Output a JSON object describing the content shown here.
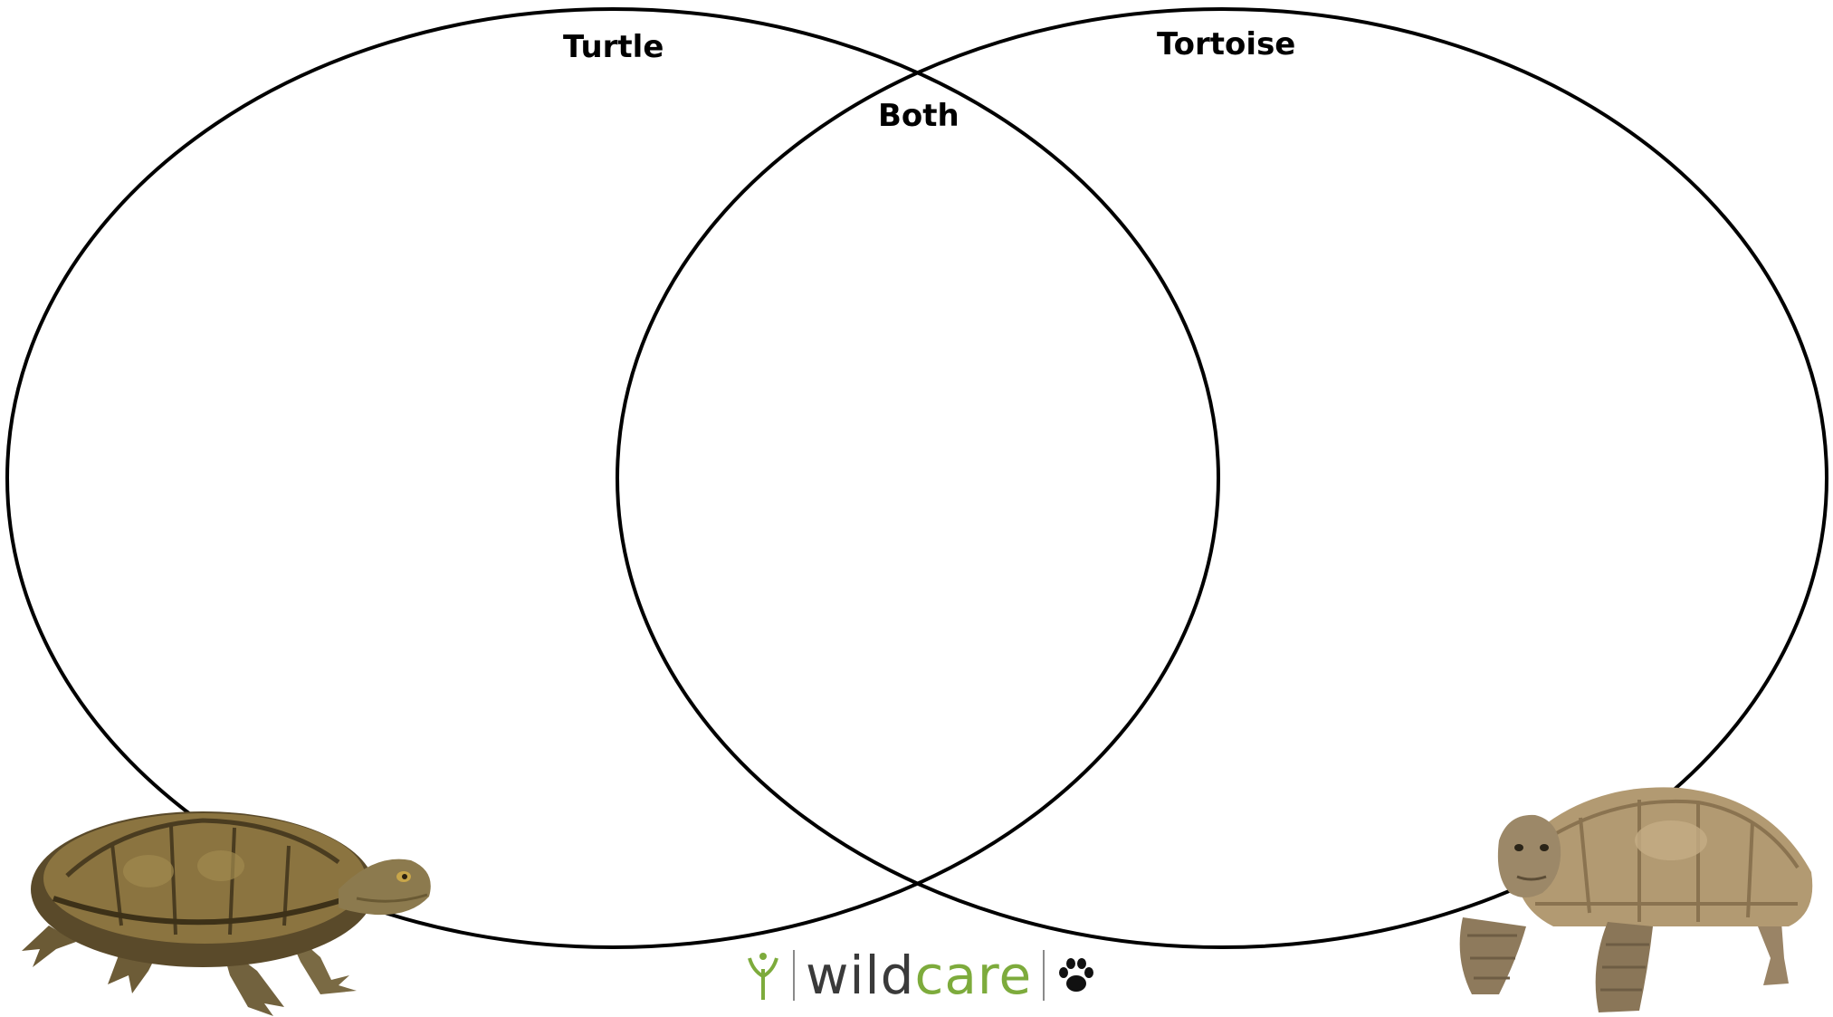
{
  "venn": {
    "left_label": "Turtle",
    "right_label": "Tortoise",
    "overlap_label": "Both"
  },
  "logo": {
    "text_dark": "wild",
    "text_green": "care",
    "colors": {
      "wild": "#3a3a3a",
      "care": "#7dab3c",
      "sprout": "#7dab3c",
      "paw": "#111111"
    },
    "icons": [
      "sprout-icon",
      "paw-icon"
    ]
  },
  "images": {
    "left": "turtle",
    "right": "tortoise"
  }
}
